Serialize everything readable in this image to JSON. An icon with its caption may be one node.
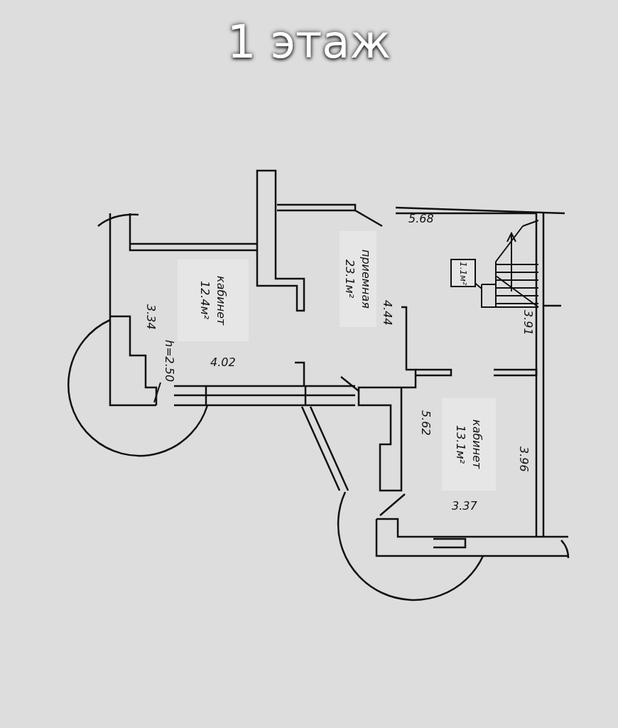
{
  "diagram": {
    "title": "1 этаж",
    "nodes": [
      {
        "text": [
          "кабинет",
          "12.4м²"
        ]
      },
      {
        "text": [
          "приемная",
          "23.1м²"
        ]
      },
      {
        "text": [],
        "shape": "picture"
      },
      {
        "text": [
          "1.1м²"
        ]
      },
      {
        "text": [
          "кабинет",
          "13.1м²"
        ]
      },
      {
        "text": [
          "h=2.50"
        ]
      }
    ],
    "edges": [
      {
        "from": 3,
        "to": 2,
        "arrow": "none"
      },
      {
        "from": 5,
        "to": null,
        "arrow": "none"
      }
    ],
    "labels": [
      "5.68",
      "3.34",
      "4.44",
      "3.91",
      "4.02",
      "5.62",
      "3.96",
      "3.37"
    ]
  }
}
